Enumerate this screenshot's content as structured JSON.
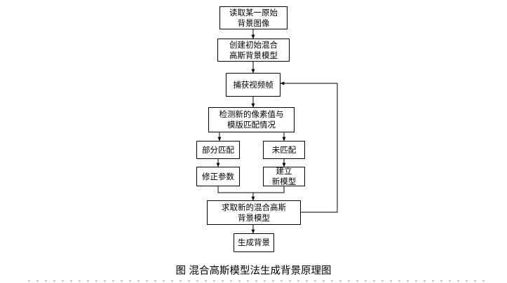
{
  "flowchart": {
    "nodes": {
      "read_image": "读取某一原始\n背景图像",
      "create_model": "创建初始混合\n高斯背景模型",
      "capture_frame": "捕获视频帧",
      "detect_match": "检测新的像素值与\n模版匹配情况",
      "partial_match": "部分匹配",
      "no_match": "未匹配",
      "correct_params": "修正参数",
      "build_model": "建立\n新模型",
      "compute_model": "求取新的混合高斯\n背景模型",
      "generate_bg": "生成背景"
    },
    "caption": "图  混合高斯模型法生成背景原理图"
  }
}
